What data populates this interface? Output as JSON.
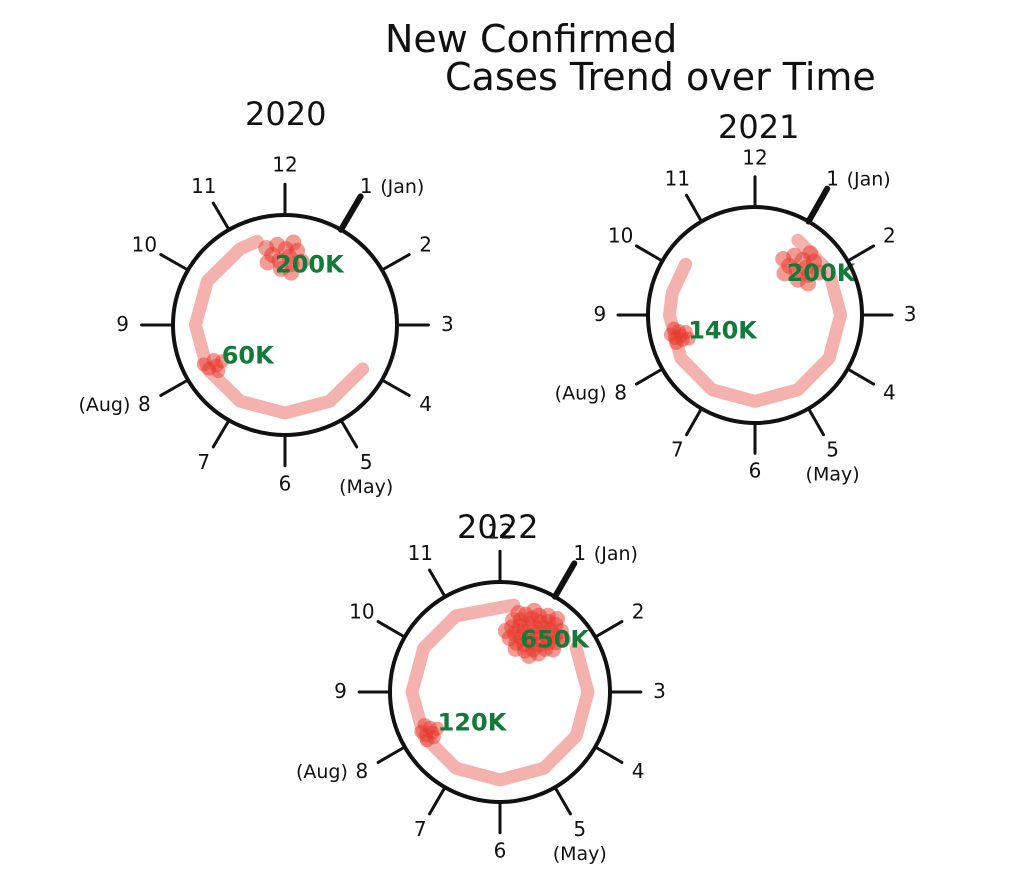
{
  "chart_data": {
    "type": "radial",
    "title_line1": "New Confirmed",
    "title_line2": "Cases Trend over Time",
    "months": [
      "1 (Jan)",
      "2",
      "3",
      "4",
      "5 (May)",
      "6",
      "7",
      "8 (Aug)",
      "9",
      "10",
      "11",
      "12"
    ],
    "colors": {
      "path": "#f2a5a0",
      "blob": "#e8372c",
      "annotation": "#137a3a",
      "ink": "#111111"
    },
    "charts": [
      {
        "year": "2020",
        "path_months": [
          11.4,
          11,
          10,
          9,
          8,
          7,
          6,
          5,
          4
        ],
        "annotations": [
          {
            "label": "200K",
            "month": 12,
            "value": 200000
          },
          {
            "label": "60K",
            "month": 8,
            "value": 60000
          }
        ]
      },
      {
        "year": "2021",
        "path_months": [
          10.2,
          9.5,
          9,
          8,
          7,
          6,
          5,
          4,
          3,
          2,
          1
        ],
        "annotations": [
          {
            "label": "200K",
            "month": 1.5,
            "value": 200000
          },
          {
            "label": "140K",
            "month": 8.5,
            "value": 140000
          }
        ]
      },
      {
        "year": "2022",
        "path_months": [
          12.3,
          11,
          10,
          9,
          8,
          7,
          6,
          5,
          4,
          3,
          2
        ],
        "annotations": [
          {
            "label": "650K",
            "month": 1,
            "value": 650000
          },
          {
            "label": "120K",
            "month": 8,
            "value": 120000
          }
        ]
      }
    ]
  }
}
